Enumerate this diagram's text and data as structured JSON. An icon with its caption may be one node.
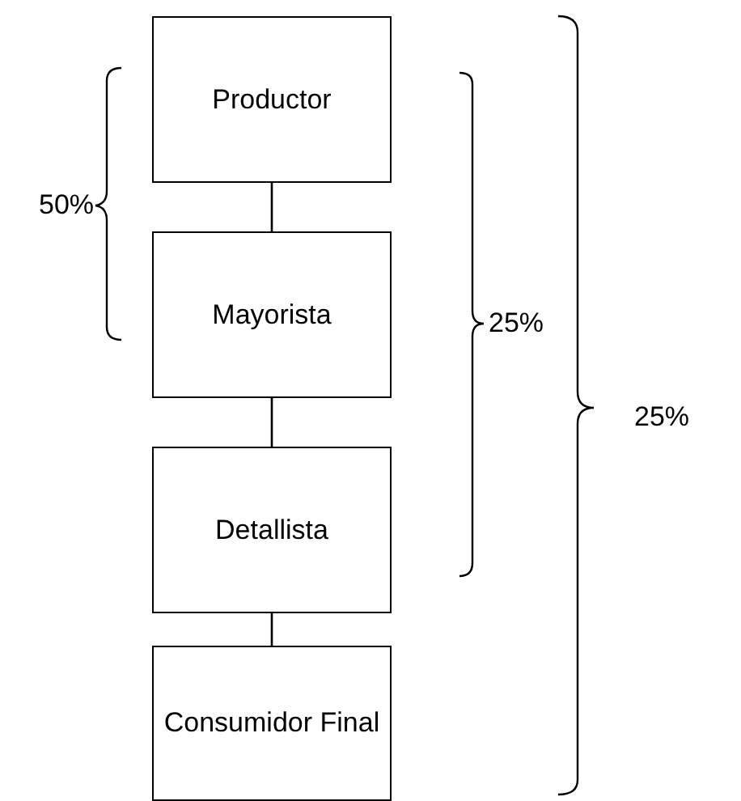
{
  "diagram": {
    "nodes": [
      {
        "text": [
          "Productor"
        ]
      },
      {
        "text": [
          "Mayorista"
        ]
      },
      {
        "text": [
          "Detallista"
        ]
      },
      {
        "text": [
          "Consumidor Final"
        ]
      }
    ],
    "edges": [
      {
        "from": 0,
        "to": 1,
        "arrow": "none"
      },
      {
        "from": 1,
        "to": 2,
        "arrow": "none"
      },
      {
        "from": 2,
        "to": 3,
        "arrow": "none"
      }
    ],
    "labels": [
      "50%",
      "25%",
      "25%"
    ]
  }
}
